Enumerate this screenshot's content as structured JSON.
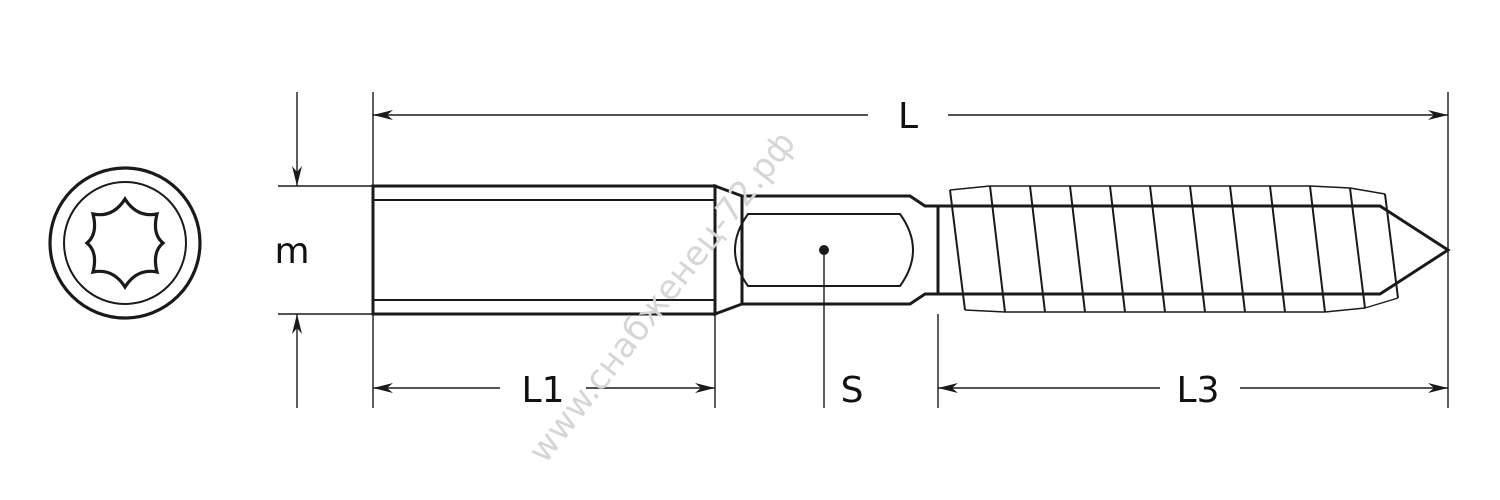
{
  "labels": {
    "total_length": "L",
    "length_1": "L1",
    "section_s": "S",
    "length_3": "L3",
    "diameter": "m"
  },
  "watermark": "www.снабженец-72.рф",
  "icons": {
    "drive": "torx-drive-icon"
  }
}
